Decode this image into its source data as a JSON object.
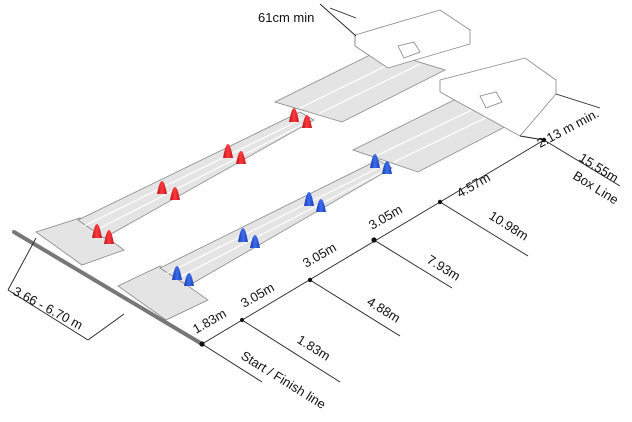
{
  "labels": {
    "box_clearance": "61cm min",
    "box_width": "2.13 m min.",
    "box_line_distance": "15.55m",
    "box_line": "Box Line",
    "seg_4_57": "4.57m",
    "cum_10_98": "10.98m",
    "seg_3_05_c": "3.05m",
    "cum_7_93": "7.93m",
    "seg_3_05_b": "3.05m",
    "cum_4_88": "4.88m",
    "seg_3_05_a": "3.05m",
    "cum_1_83": "1.83m",
    "seg_1_83": "1.83m",
    "start_finish": "Start / Finish line",
    "width_range": "3.66 - 6.70 m"
  },
  "box_text": "",
  "colors": {
    "red_hurdle": "#e8242a",
    "blue_hurdle": "#1f4fd6",
    "lane": "#e4e4e4",
    "start_bar": "#777777"
  }
}
